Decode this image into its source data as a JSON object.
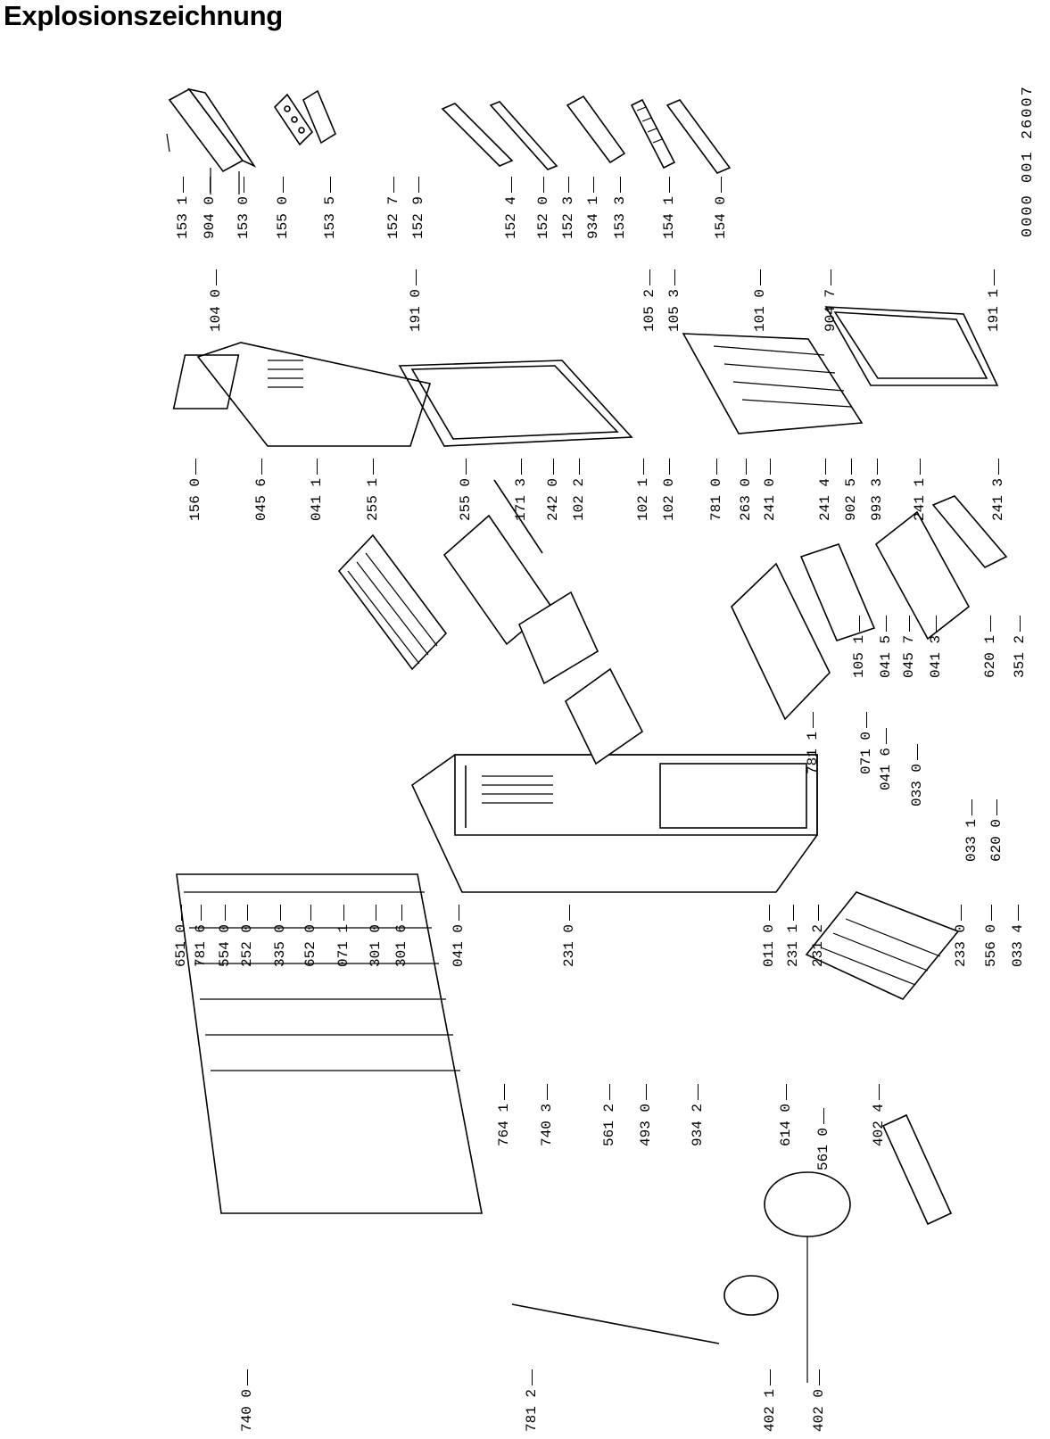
{
  "title": "Explosionszeichnung",
  "document_number": "0000 001 26007",
  "parts": [
    {
      "id": "p1531",
      "label": "153 1",
      "icon": "door-shelf-pin"
    },
    {
      "id": "p9040",
      "label": "904 0",
      "icon": "screw-icon"
    },
    {
      "id": "p1530",
      "label": "153 0",
      "icon": "door-shelf"
    },
    {
      "id": "p1550",
      "label": "155 0",
      "icon": "egg-tray"
    },
    {
      "id": "p1535",
      "label": "153 5",
      "icon": "small-tray"
    },
    {
      "id": "p1527",
      "label": "152 7",
      "icon": "hinge-clip"
    },
    {
      "id": "p1529",
      "label": "152 9",
      "icon": "knob"
    },
    {
      "id": "p1524",
      "label": "152 4",
      "icon": "shelf-strip"
    },
    {
      "id": "p1520",
      "label": "152 0",
      "icon": "rail"
    },
    {
      "id": "p1523",
      "label": "152 3",
      "icon": "pin"
    },
    {
      "id": "p9341",
      "label": "934 1",
      "icon": "clip"
    },
    {
      "id": "p1533",
      "label": "153 3",
      "icon": "door-shelf"
    },
    {
      "id": "p1541",
      "label": "154 1",
      "icon": "ribbed-strip"
    },
    {
      "id": "p1540",
      "label": "154 0",
      "icon": "shelf-strip"
    },
    {
      "id": "p1040",
      "label": "104 0",
      "icon": "door-inner-liner"
    },
    {
      "id": "p1910",
      "label": "191 0",
      "icon": "door-gasket"
    },
    {
      "id": "p1052",
      "label": "105 2",
      "icon": "hinge-block"
    },
    {
      "id": "p1053",
      "label": "105 3",
      "icon": "handle"
    },
    {
      "id": "p1010",
      "label": "101 0",
      "icon": "freezer-door"
    },
    {
      "id": "p9047",
      "label": "904 7",
      "icon": "screw-icon"
    },
    {
      "id": "p1911",
      "label": "191 1",
      "icon": "door-gasket"
    },
    {
      "id": "p1560",
      "label": "156 0",
      "icon": "ice-tray"
    },
    {
      "id": "p0456",
      "label": "045 6",
      "icon": "hinge"
    },
    {
      "id": "p0411",
      "label": "041 1",
      "icon": "bracket"
    },
    {
      "id": "p2551",
      "label": "255 1",
      "icon": "wire-shelf"
    },
    {
      "id": "p2550",
      "label": "255 0",
      "icon": "glass-shelf"
    },
    {
      "id": "p1713",
      "label": "171 3",
      "icon": "trim-strip"
    },
    {
      "id": "p2420",
      "label": "242 0",
      "icon": "crisper-drawer"
    },
    {
      "id": "p1022",
      "label": "102 2",
      "icon": "lamp-holder"
    },
    {
      "id": "p1021",
      "label": "102 1",
      "icon": "drawer-cover"
    },
    {
      "id": "p1020",
      "label": "102 0",
      "icon": "drawer"
    },
    {
      "id": "p7810",
      "label": "781 0",
      "icon": "cable"
    },
    {
      "id": "p2630",
      "label": "263 0",
      "icon": "strip"
    },
    {
      "id": "p2410",
      "label": "241 0",
      "icon": "wire-basket"
    },
    {
      "id": "p2414",
      "label": "241 4",
      "icon": "basket-front"
    },
    {
      "id": "p9025",
      "label": "902 5",
      "icon": "screw-icon"
    },
    {
      "id": "p9933",
      "label": "993 3",
      "icon": "label-plate"
    },
    {
      "id": "p2411",
      "label": "241 1",
      "icon": "wire-basket"
    },
    {
      "id": "p2413",
      "label": "241 3",
      "icon": "basket-front"
    },
    {
      "id": "p1051",
      "label": "105 1",
      "icon": "hinge-pin"
    },
    {
      "id": "p0415",
      "label": "041 5",
      "icon": "bushing"
    },
    {
      "id": "p0457",
      "label": "045 7",
      "icon": "hinge"
    },
    {
      "id": "p0413",
      "label": "041 3",
      "icon": "bracket"
    },
    {
      "id": "p6201",
      "label": "620 1",
      "icon": "foot"
    },
    {
      "id": "p3512",
      "label": "351 2",
      "icon": "spacer"
    },
    {
      "id": "p7811",
      "label": "781 1",
      "icon": "cable"
    },
    {
      "id": "p0710",
      "label": "071 0",
      "icon": "plinth"
    },
    {
      "id": "p0416",
      "label": "041 6",
      "icon": "bracket"
    },
    {
      "id": "p0330",
      "label": "033 0",
      "icon": "hinge-plate"
    },
    {
      "id": "p0331",
      "label": "033 1",
      "icon": "hinge-plate"
    },
    {
      "id": "p6200",
      "label": "620 0",
      "icon": "foot"
    },
    {
      "id": "p6510",
      "label": "651 0",
      "icon": "thermostat-knob"
    },
    {
      "id": "p7816",
      "label": "781 6",
      "icon": "capillary"
    },
    {
      "id": "p5540",
      "label": "554 0",
      "icon": "fan"
    },
    {
      "id": "p2520",
      "label": "252 0",
      "icon": "lamp-box"
    },
    {
      "id": "p3350",
      "label": "335 0",
      "icon": "knob"
    },
    {
      "id": "p6520",
      "label": "652 0",
      "icon": "switch"
    },
    {
      "id": "p0711",
      "label": "071 1",
      "icon": "strip"
    },
    {
      "id": "p3010",
      "label": "301 0",
      "icon": "rail"
    },
    {
      "id": "p3016",
      "label": "301 6",
      "icon": "clip"
    },
    {
      "id": "p0410",
      "label": "041 0",
      "icon": "bracket"
    },
    {
      "id": "p2310",
      "label": "231 0",
      "icon": "drain"
    },
    {
      "id": "p0110",
      "label": "011 0",
      "icon": "cabinet"
    },
    {
      "id": "p2311",
      "label": "231 1",
      "icon": "clip"
    },
    {
      "id": "p2312",
      "label": "231 2",
      "icon": "clip"
    },
    {
      "id": "p2330",
      "label": "233 0",
      "icon": "evaporator"
    },
    {
      "id": "p5560",
      "label": "556 0",
      "icon": "grommet"
    },
    {
      "id": "p0334",
      "label": "033 4",
      "icon": "hinge-plate"
    },
    {
      "id": "p7641",
      "label": "764 1",
      "icon": "filter-drier"
    },
    {
      "id": "p7403",
      "label": "740 3",
      "icon": "grommet"
    },
    {
      "id": "p5612",
      "label": "561 2",
      "icon": "relay"
    },
    {
      "id": "p4930",
      "label": "493 0",
      "icon": "overload"
    },
    {
      "id": "p9342",
      "label": "934 2",
      "icon": "clip"
    },
    {
      "id": "p6140",
      "label": "614 0",
      "icon": "clip"
    },
    {
      "id": "p5610",
      "label": "561 0",
      "icon": "relay"
    },
    {
      "id": "p4024",
      "label": "402 4",
      "icon": "clip"
    },
    {
      "id": "p7400",
      "label": "740 0",
      "icon": "condenser"
    },
    {
      "id": "p7812",
      "label": "781 2",
      "icon": "tube"
    },
    {
      "id": "p4021",
      "label": "402 1",
      "icon": "evaporation-tray"
    },
    {
      "id": "p4020",
      "label": "402 0",
      "icon": "compressor"
    }
  ]
}
